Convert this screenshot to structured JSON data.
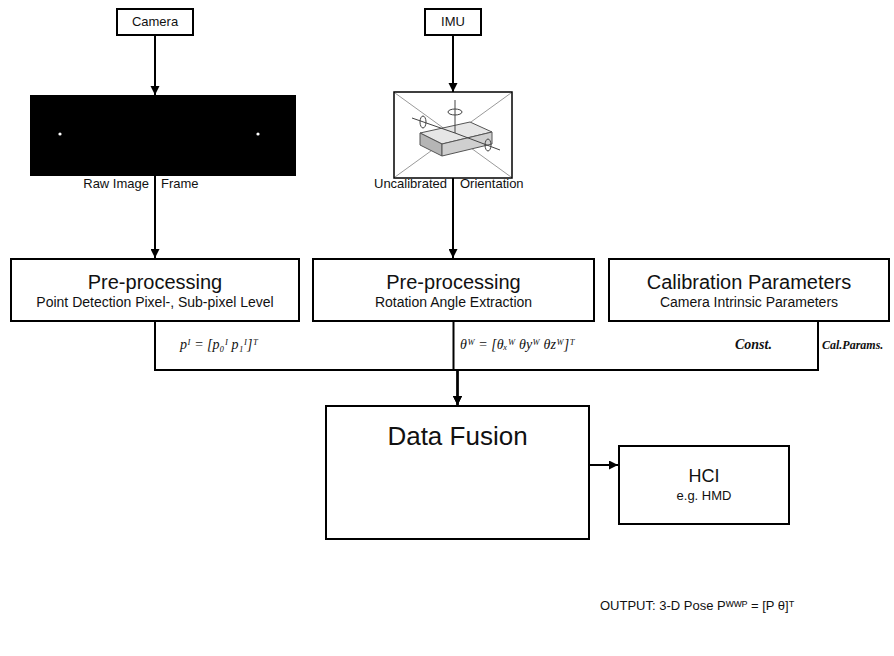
{
  "diagram": {
    "nodes": [
      {
        "text": [
          "Camera"
        ]
      },
      {
        "text": [
          "IMU"
        ]
      },
      {
        "text": [
          "Pre-processing",
          "Point Detection Pixel-, Sub-pixel Level"
        ]
      },
      {
        "text": [
          "Pre-processing",
          "Rotation Angle Extraction"
        ]
      },
      {
        "text": [
          "Calibration Parameters",
          "Camera Intrinsic Parameters"
        ]
      },
      {
        "text": [
          "Data Fusion"
        ]
      },
      {
        "text": [
          "HCI",
          "e.g. HMD"
        ]
      }
    ],
    "edges": [
      {
        "from": 0,
        "to": 2,
        "arrow": "to"
      },
      {
        "from": 1,
        "to": 3,
        "arrow": "to"
      },
      {
        "from": 2,
        "to": 5,
        "arrow": "to"
      },
      {
        "from": 3,
        "to": 5,
        "arrow": "to"
      },
      {
        "from": 4,
        "to": 5,
        "arrow": "to"
      },
      {
        "from": 5,
        "to": 6,
        "arrow": "to"
      }
    ],
    "labels": [
      "Raw Image",
      "Frame",
      "Uncalibrated",
      "Orientation",
      "pᴵ = [p₀ᴵ p₁ᴵ]ᵀ",
      "θᵂ = [θₓᵂ θyᵂ θzᵂ]ᵀ",
      "Const.",
      "Cal.Params.",
      "OUTPUT: 3-D Pose Pᵂᵂᴾ = [P θ]ᵀ"
    ]
  }
}
